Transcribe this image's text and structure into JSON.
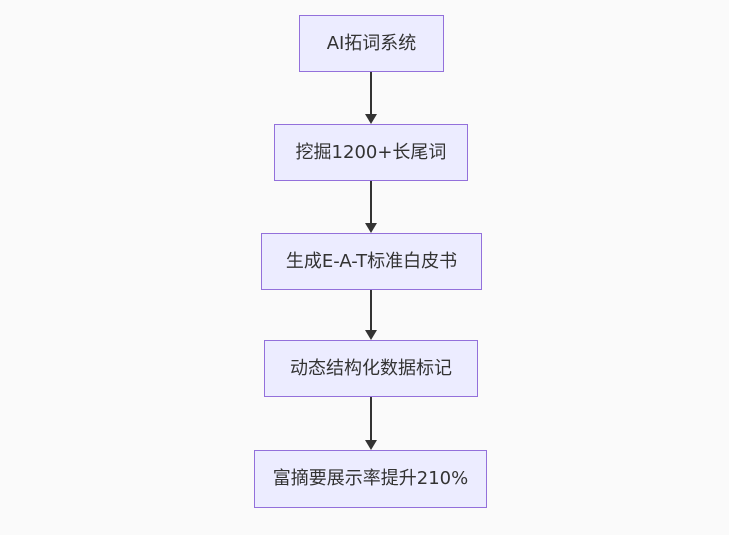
{
  "diagram": {
    "type": "flowchart",
    "direction": "top-to-bottom",
    "colors": {
      "background": "#fafafa",
      "node_fill": "#ECECFF",
      "node_border": "#9370DB",
      "node_text": "#333333",
      "edge": "#333333"
    },
    "nodes": [
      {
        "label": "AI拓词系统"
      },
      {
        "label": "挖掘1200+长尾词"
      },
      {
        "label": "生成E-A-T标准白皮书"
      },
      {
        "label": "动态结构化数据标记"
      },
      {
        "label": "富摘要展示率提升210%"
      }
    ],
    "edges": [
      {
        "from": 0,
        "to": 1
      },
      {
        "from": 1,
        "to": 2
      },
      {
        "from": 2,
        "to": 3
      },
      {
        "from": 3,
        "to": 4
      }
    ]
  }
}
